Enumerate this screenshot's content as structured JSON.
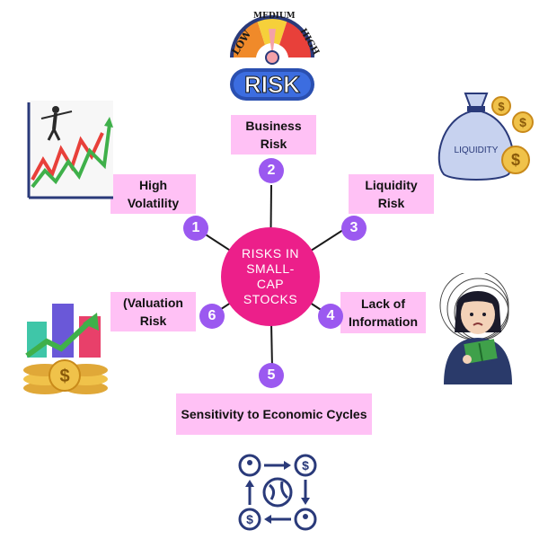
{
  "center": {
    "title": "RISKS IN SMALL-CAP STOCKS"
  },
  "gauge": {
    "low": "LOW",
    "medium": "MEDIUM",
    "high": "HIGH",
    "risk": "RISK"
  },
  "bag_label": "LIQUIDITY",
  "colors": {
    "hub": "#ec1f8a",
    "badge": "#9b59f0",
    "label_bg": "#ffc1f5",
    "line": "#1a1a1a",
    "navy": "#2a3a7a",
    "gold": "#f0c24a"
  },
  "risks": [
    {
      "number": "1",
      "label": "High Volatility",
      "icon": "volatility-chart-icon"
    },
    {
      "number": "2",
      "label": "Business Risk",
      "icon": "risk-gauge-icon"
    },
    {
      "number": "3",
      "label": "Liquidity Risk",
      "icon": "money-bag-icon"
    },
    {
      "number": "4",
      "label": "Lack of Information",
      "icon": "confused-reader-icon"
    },
    {
      "number": "5",
      "label": "Sensitivity to Economic Cycles",
      "icon": "economic-cycle-icon"
    },
    {
      "number": "6",
      "label": "(Valuation Risk",
      "icon": "coins-growth-icon"
    }
  ]
}
